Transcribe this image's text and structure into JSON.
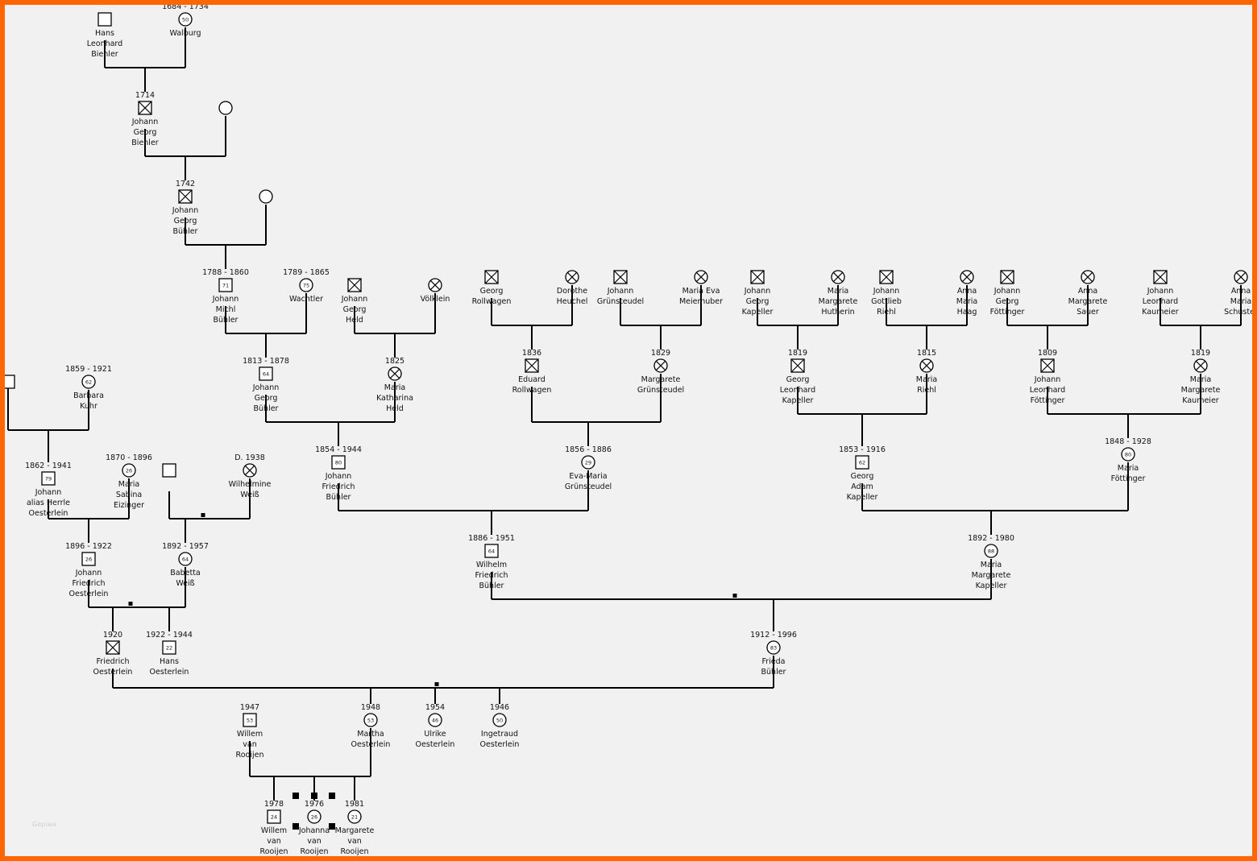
{
  "colors": {
    "frame": "#ff6600",
    "background": "#f1f1f1",
    "line": "#000000"
  },
  "watermark": "Gepiwa",
  "people": [
    {
      "id": "hans_leonhard",
      "sex": "m",
      "deceased": false,
      "years": "",
      "names": [
        "Hans",
        "Leonhard",
        "Biehler"
      ]
    },
    {
      "id": "walburg",
      "sex": "f",
      "deceased": false,
      "age": "50",
      "years": "1684 - 1734",
      "names": [
        "Walburg"
      ]
    },
    {
      "id": "jg_biehler",
      "sex": "m",
      "deceased": true,
      "years": "1714",
      "names": [
        "Johann",
        "Georg",
        "Biehler"
      ]
    },
    {
      "id": "wife1",
      "sex": "f",
      "deceased": false,
      "years": "",
      "names": []
    },
    {
      "id": "jg_buehler1742",
      "sex": "m",
      "deceased": true,
      "years": "1742",
      "names": [
        "Johann",
        "Georg",
        "Bühler"
      ]
    },
    {
      "id": "wife2",
      "sex": "f",
      "deceased": false,
      "years": "",
      "names": []
    },
    {
      "id": "jm_buehler",
      "sex": "m",
      "deceased": false,
      "age": "71",
      "years": "1788 - 1860",
      "names": [
        "Johann",
        "Michl",
        "Bühler"
      ]
    },
    {
      "id": "wachtler",
      "sex": "f",
      "deceased": false,
      "age": "75",
      "years": "1789 - 1865",
      "names": [
        "Wachtler"
      ]
    },
    {
      "id": "jg_held",
      "sex": "m",
      "deceased": true,
      "years": "",
      "names": [
        "Johann",
        "Georg",
        "Held"
      ]
    },
    {
      "id": "voelklein",
      "sex": "f",
      "deceased": true,
      "years": "",
      "names": [
        "Völklein"
      ]
    },
    {
      "id": "jg_buehler1813",
      "sex": "m",
      "deceased": false,
      "age": "64",
      "years": "1813 - 1878",
      "names": [
        "Johann",
        "Georg",
        "Bühler"
      ]
    },
    {
      "id": "mk_held",
      "sex": "f",
      "deceased": true,
      "years": "1825",
      "names": [
        "Maria",
        "Katharina",
        "Held"
      ]
    },
    {
      "id": "g_rollwagen",
      "sex": "m",
      "deceased": true,
      "years": "",
      "names": [
        "Georg",
        "Rollwagen"
      ]
    },
    {
      "id": "d_heuchel",
      "sex": "f",
      "deceased": true,
      "years": "",
      "names": [
        "Dorothe",
        "Heuchel"
      ]
    },
    {
      "id": "j_gruen",
      "sex": "m",
      "deceased": true,
      "years": "",
      "names": [
        "Johann",
        "Grünsteudel"
      ]
    },
    {
      "id": "me_meier",
      "sex": "f",
      "deceased": true,
      "years": "",
      "names": [
        "Maria Eva",
        "Meierhuber"
      ]
    },
    {
      "id": "e_rollwagen",
      "sex": "m",
      "deceased": true,
      "years": "1836",
      "names": [
        "Eduard",
        "Rollwagen"
      ]
    },
    {
      "id": "m_gruen",
      "sex": "f",
      "deceased": true,
      "years": "1829",
      "names": [
        "Margarete",
        "Grünsteudel"
      ]
    },
    {
      "id": "jf_buehler",
      "sex": "m",
      "deceased": false,
      "age": "80",
      "years": "1854 - 1944",
      "names": [
        "Johann",
        "Friedrich",
        "Bühler"
      ]
    },
    {
      "id": "em_gruen",
      "sex": "f",
      "deceased": false,
      "age": "29",
      "years": "1856 - 1886",
      "names": [
        "Eva-Maria",
        "Grünsteudel"
      ]
    },
    {
      "id": "jg_kapeller",
      "sex": "m",
      "deceased": true,
      "years": "",
      "names": [
        "Johann",
        "Georg",
        "Kapeller"
      ]
    },
    {
      "id": "mm_hutherin",
      "sex": "f",
      "deceased": true,
      "years": "",
      "names": [
        "Maria",
        "Margarete",
        "Hutherin"
      ]
    },
    {
      "id": "jg_riehl",
      "sex": "m",
      "deceased": true,
      "years": "",
      "names": [
        "Johann",
        "Gottlieb",
        "Riehl"
      ]
    },
    {
      "id": "am_haag",
      "sex": "f",
      "deceased": true,
      "years": "",
      "names": [
        "Anna",
        "Maria",
        "Haag"
      ]
    },
    {
      "id": "jg_foett",
      "sex": "m",
      "deceased": true,
      "years": "",
      "names": [
        "Johann",
        "Georg",
        "Föttinger"
      ]
    },
    {
      "id": "am_sauer",
      "sex": "f",
      "deceased": true,
      "years": "",
      "names": [
        "Anna",
        "Margarete",
        "Sauer"
      ]
    },
    {
      "id": "jl_kaum",
      "sex": "m",
      "deceased": true,
      "years": "",
      "names": [
        "Johann",
        "Leonhard",
        "Kaumeier"
      ]
    },
    {
      "id": "am_schuster",
      "sex": "f",
      "deceased": true,
      "years": "",
      "names": [
        "Anna",
        "Maria",
        "Schuster"
      ]
    },
    {
      "id": "gl_kapeller",
      "sex": "m",
      "deceased": true,
      "years": "1819",
      "names": [
        "Georg",
        "Leonhard",
        "Kapeller"
      ]
    },
    {
      "id": "m_riehl",
      "sex": "f",
      "deceased": true,
      "years": "1815",
      "names": [
        "Maria",
        "Riehl"
      ]
    },
    {
      "id": "jl_foett",
      "sex": "m",
      "deceased": true,
      "years": "1809",
      "names": [
        "Johann",
        "Leonhard",
        "Föttinger"
      ]
    },
    {
      "id": "mm_kaum",
      "sex": "f",
      "deceased": true,
      "years": "1819",
      "names": [
        "Maria",
        "Margarete",
        "Kaumeier"
      ]
    },
    {
      "id": "ga_kapeller",
      "sex": "m",
      "deceased": false,
      "age": "62",
      "years": "1853 - 1916",
      "names": [
        "Georg",
        "Adam",
        "Kapeller"
      ]
    },
    {
      "id": "m_foett",
      "sex": "f",
      "deceased": false,
      "age": "80",
      "years": "1848 - 1928",
      "names": [
        "Maria",
        "Föttinger"
      ]
    },
    {
      "id": "father_left",
      "sex": "m",
      "deceased": false,
      "years": "",
      "names": []
    },
    {
      "id": "b_kuhr",
      "sex": "f",
      "deceased": false,
      "age": "62",
      "years": "1859 - 1921",
      "names": [
        "Barbara",
        "Kuhr"
      ]
    },
    {
      "id": "jh_oest",
      "sex": "m",
      "deceased": false,
      "age": "79",
      "years": "1862 - 1941",
      "names": [
        "Johann",
        "alias Herrle",
        "Oesterlein"
      ]
    },
    {
      "id": "ms_eizinger",
      "sex": "f",
      "deceased": false,
      "age": "26",
      "years": "1870 - 1896",
      "names": [
        "Maria",
        "Sabina",
        "Eizinger"
      ]
    },
    {
      "id": "weiss_father",
      "sex": "m",
      "deceased": false,
      "years": "",
      "names": []
    },
    {
      "id": "w_weiss",
      "sex": "f",
      "deceased": true,
      "years": "D. 1938",
      "names": [
        "Wilhelmine",
        "Weiß"
      ]
    },
    {
      "id": "jf_oest",
      "sex": "m",
      "deceased": false,
      "age": "26",
      "years": "1896 - 1922",
      "names": [
        "Johann",
        "Friedrich",
        "Oesterlein"
      ]
    },
    {
      "id": "b_weiss",
      "sex": "f",
      "deceased": false,
      "age": "64",
      "years": "1892 - 1957",
      "names": [
        "Babetta",
        "Weiß"
      ]
    },
    {
      "id": "wf_buehler",
      "sex": "m",
      "deceased": false,
      "age": "64",
      "years": "1886 - 1951",
      "names": [
        "Wilhelm",
        "Friedrich",
        "Bühler"
      ]
    },
    {
      "id": "mm_kapeller",
      "sex": "f",
      "deceased": false,
      "age": "88",
      "years": "1892 - 1980",
      "names": [
        "Maria",
        "Margarete",
        "Kapeller"
      ]
    },
    {
      "id": "f_oest",
      "sex": "m",
      "deceased": true,
      "years": "1920",
      "names": [
        "Friedrich",
        "Oesterlein"
      ]
    },
    {
      "id": "h_oest",
      "sex": "m",
      "deceased": false,
      "age": "22",
      "years": "1922 - 1944",
      "names": [
        "Hans",
        "Oesterlein"
      ]
    },
    {
      "id": "fr_buehler",
      "sex": "f",
      "deceased": false,
      "age": "83",
      "years": "1912 - 1996",
      "names": [
        "Frieda",
        "Bühler"
      ]
    },
    {
      "id": "w_rooijen",
      "sex": "m",
      "deceased": false,
      "age": "53",
      "years": "1947",
      "names": [
        "Willem",
        "van",
        "Rooijen"
      ]
    },
    {
      "id": "ma_oest",
      "sex": "f",
      "deceased": false,
      "age": "53",
      "years": "1948",
      "names": [
        "Martha",
        "Oesterlein"
      ]
    },
    {
      "id": "u_oest",
      "sex": "f",
      "deceased": false,
      "age": "46",
      "years": "1954",
      "names": [
        "Ulrike",
        "Oesterlein"
      ]
    },
    {
      "id": "i_oest",
      "sex": "f",
      "deceased": false,
      "age": "50",
      "years": "1946",
      "names": [
        "Ingetraud",
        "Oesterlein"
      ]
    },
    {
      "id": "w_rooijen_jr",
      "sex": "m",
      "deceased": false,
      "age": "24",
      "years": "1978",
      "names": [
        "Willem",
        "van",
        "Rooijen"
      ]
    },
    {
      "id": "j_rooijen",
      "sex": "f",
      "deceased": false,
      "age": "26",
      "years": "1976",
      "names": [
        "Johanna",
        "van",
        "Rooijen"
      ]
    },
    {
      "id": "m_rooijen",
      "sex": "f",
      "deceased": false,
      "age": "21",
      "years": "1981",
      "names": [
        "Margarete",
        "van",
        "Rooijen"
      ]
    }
  ]
}
